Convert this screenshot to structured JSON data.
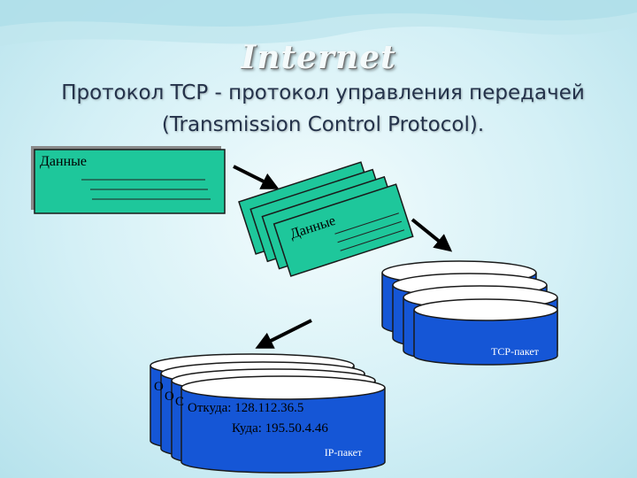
{
  "slide": {
    "heading": "Internet",
    "subtitle_line1": "Протокол TCP - протокол управления передачей",
    "subtitle_line2": "(Transmission Control Protocol)."
  },
  "data_card": {
    "label": "Данные"
  },
  "segments": {
    "label": "Данные"
  },
  "tcp_packet": {
    "label": "TCP-пакет"
  },
  "ip_packet": {
    "from": "Откуда: 128.112.36.5",
    "to": "Куда: 195.50.4.46",
    "label": "IP-пакет",
    "back_letters": [
      "О",
      "О",
      "С"
    ]
  },
  "colors": {
    "card_fill": "#1ec79b",
    "packet_fill": "#1556d6",
    "outline": "#1a1a1a",
    "arrow": "#000000"
  }
}
